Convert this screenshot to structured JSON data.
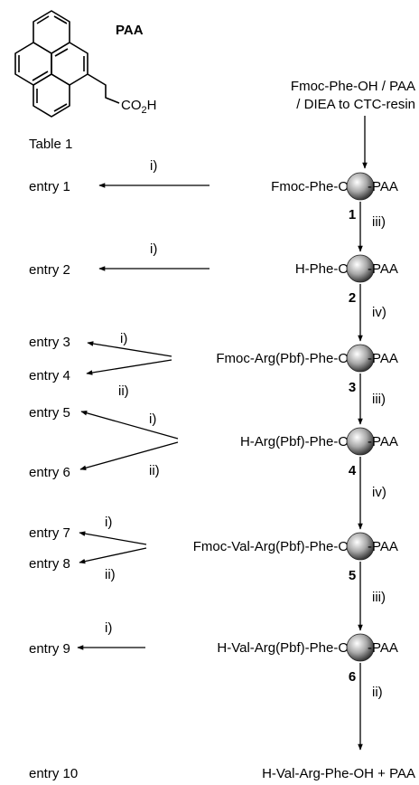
{
  "molecule": {
    "name": "PAA",
    "acid_group": [
      "CO",
      "2",
      "H"
    ]
  },
  "reagent_text": [
    "Fmoc-Phe-OH / PAA",
    "/ DIEA to CTC-resin"
  ],
  "table_header": "Table 1",
  "steps": [
    {
      "number": "1",
      "pre": "Fmoc-Phe-O-",
      "post": "-PAA"
    },
    {
      "number": "2",
      "pre": "H-Phe-O-",
      "post": "-PAA"
    },
    {
      "number": "3",
      "pre": "Fmoc-Arg(Pbf)-Phe-O-",
      "post": "-PAA"
    },
    {
      "number": "4",
      "pre": "H-Arg(Pbf)-Phe-O-",
      "post": "-PAA"
    },
    {
      "number": "5",
      "pre": "Fmoc-Val-Arg(Pbf)-Phe-O-",
      "post": "-PAA"
    },
    {
      "number": "6",
      "pre": "H-Val-Arg(Pbf)-Phe-O-",
      "post": "-PAA"
    }
  ],
  "vertical_labels": [
    "iii)",
    "iv)",
    "iii)",
    "iv)",
    "iii)",
    "ii)"
  ],
  "entries": [
    "entry 1",
    "entry 2",
    "entry 3",
    "entry 4",
    "entry 5",
    "entry 6",
    "entry 7",
    "entry 8",
    "entry 9",
    "entry 10"
  ],
  "arrow_labels": [
    "i)",
    "i)",
    "i)",
    "ii)",
    "i)",
    "ii)",
    "i)",
    "ii)",
    "i)"
  ],
  "final_product": "H-Val-Arg-Phe-OH + PAA"
}
